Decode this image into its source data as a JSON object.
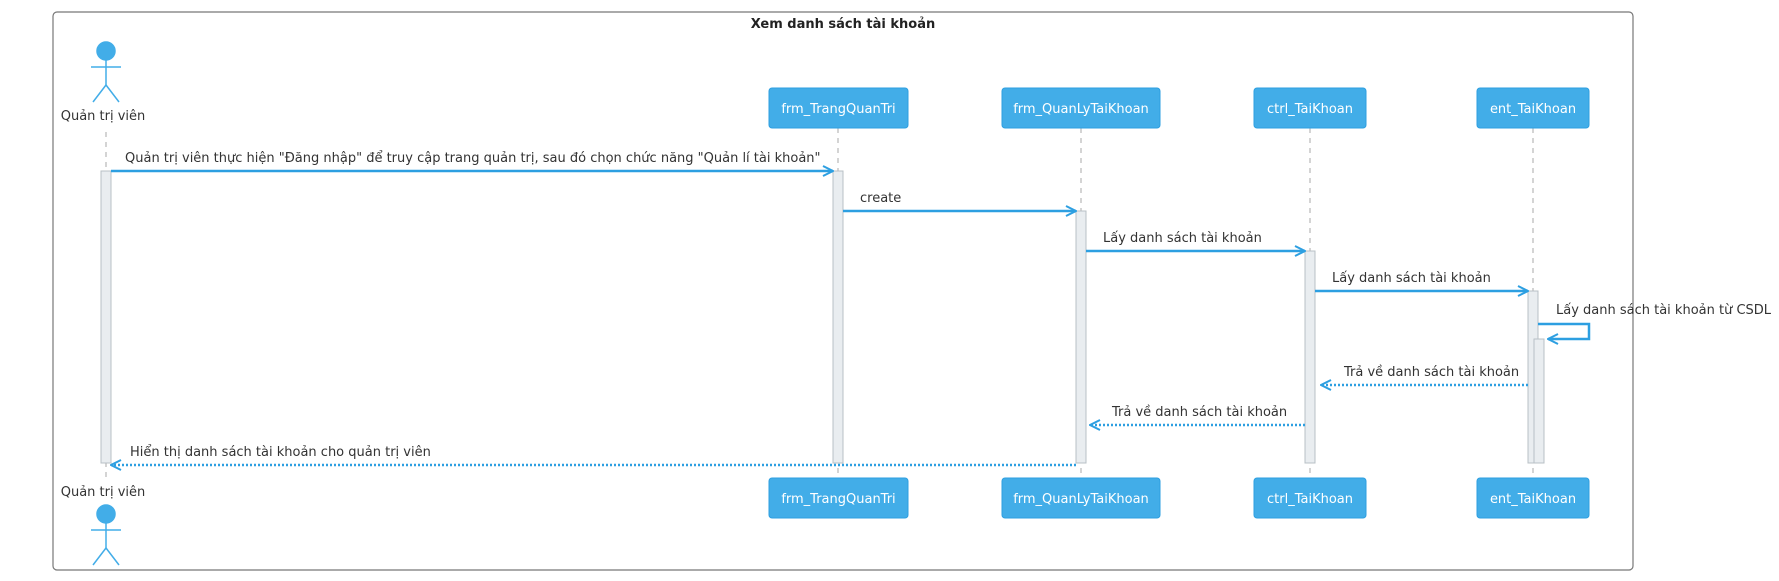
{
  "diagram": {
    "title": "Xem danh sách tài khoản",
    "actor": {
      "name": "Quản trị viên"
    },
    "participants": [
      {
        "name": "frm_TrangQuanTri"
      },
      {
        "name": "frm_QuanLyTaiKhoan"
      },
      {
        "name": "ctrl_TaiKhoan"
      },
      {
        "name": "ent_TaiKhoan"
      }
    ],
    "messages": [
      {
        "from": 0,
        "to": 1,
        "text": "Quản trị viên thực hiện \"Đăng nhập\" để truy cập trang quản trị, sau đó chọn chức năng  \"Quản lí tài khoản\"",
        "style": "sync"
      },
      {
        "from": 1,
        "to": 2,
        "text": "create",
        "style": "sync"
      },
      {
        "from": 2,
        "to": 3,
        "text": "Lấy danh sách tài khoản",
        "style": "sync"
      },
      {
        "from": 3,
        "to": 4,
        "text": "Lấy danh sách tài khoản",
        "style": "sync"
      },
      {
        "from": 4,
        "to": 4,
        "text": "Lấy danh sách tài khoản từ CSDL",
        "style": "self"
      },
      {
        "from": 4,
        "to": 3,
        "text": "Trả về danh sách tài khoản",
        "style": "return"
      },
      {
        "from": 3,
        "to": 2,
        "text": "Trả về danh sách tài khoản",
        "style": "return"
      },
      {
        "from": 2,
        "to": 0,
        "text": "Hiển thị danh sách tài khoản cho quản trị viên",
        "style": "return"
      }
    ],
    "colors": {
      "accent": "#2d9fe1",
      "participant_fill": "#42ade8",
      "participant_text": "#ffffff",
      "frame": "#777777",
      "lifeline": "#aaaaaa",
      "activation_fill": "#e9edf0",
      "activation_stroke": "#b8c0c6",
      "text": "#333333"
    }
  }
}
